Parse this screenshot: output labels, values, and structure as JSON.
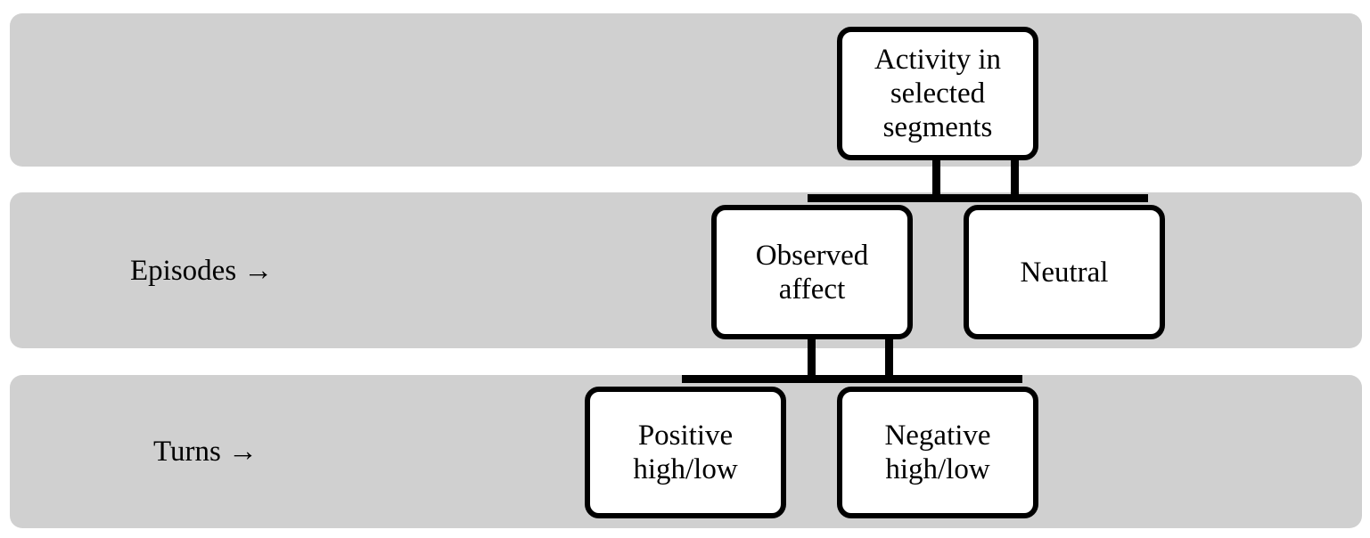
{
  "rows": {
    "episodes_label": "Episodes →",
    "turns_label": "Turns →"
  },
  "nodes": {
    "activity": "Activity in\nselected\nsegments",
    "observed": "Observed\naffect",
    "neutral": "Neutral",
    "positive": "Positive\nhigh/low",
    "negative": "Negative\nhigh/low"
  },
  "colors": {
    "band": "#d0d0d0",
    "node_fill": "#ffffff",
    "stroke": "#000000"
  }
}
